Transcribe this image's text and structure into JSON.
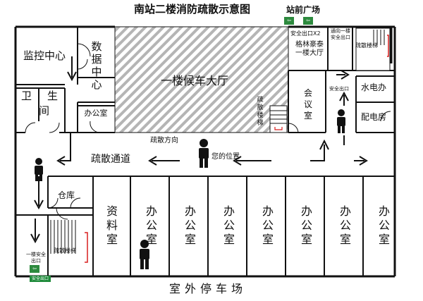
{
  "title": "南站二楼消防疏散示意图",
  "top_label": "站前广场",
  "bottom_label": "室外停车场",
  "rooms": {
    "monitor": "监控中心",
    "data_center": "数据中心",
    "hall": "一楼候车大厅",
    "toilet_wei": "卫",
    "toilet_sheng": "生",
    "toilet_jian": "间",
    "small_office": "办公室",
    "meeting": "会议室",
    "utility": "水电办",
    "distribution": "配电房",
    "restaurant": "格林豪泰一楼大厅",
    "warehouse": "仓库",
    "archive": "资料室",
    "office": "办公室"
  },
  "labels": {
    "safe_exit_x2": "安全出口X2",
    "to_first_floor_exit": "通向一楼安全出口",
    "evac_stairs": "疏散楼梯",
    "safe_exit": "安全出口",
    "evac_direction": "疏散方向",
    "evac_corridor": "疏散通道",
    "you_are_here": "您的位置",
    "first_floor_exit": "一楼安全出口",
    "exit_box": "安全出口"
  },
  "colors": {
    "line": "#111111",
    "hatch": "#b5b5b5",
    "exit_green": "#2d8a3e",
    "stair_red": "#d81e1e"
  }
}
